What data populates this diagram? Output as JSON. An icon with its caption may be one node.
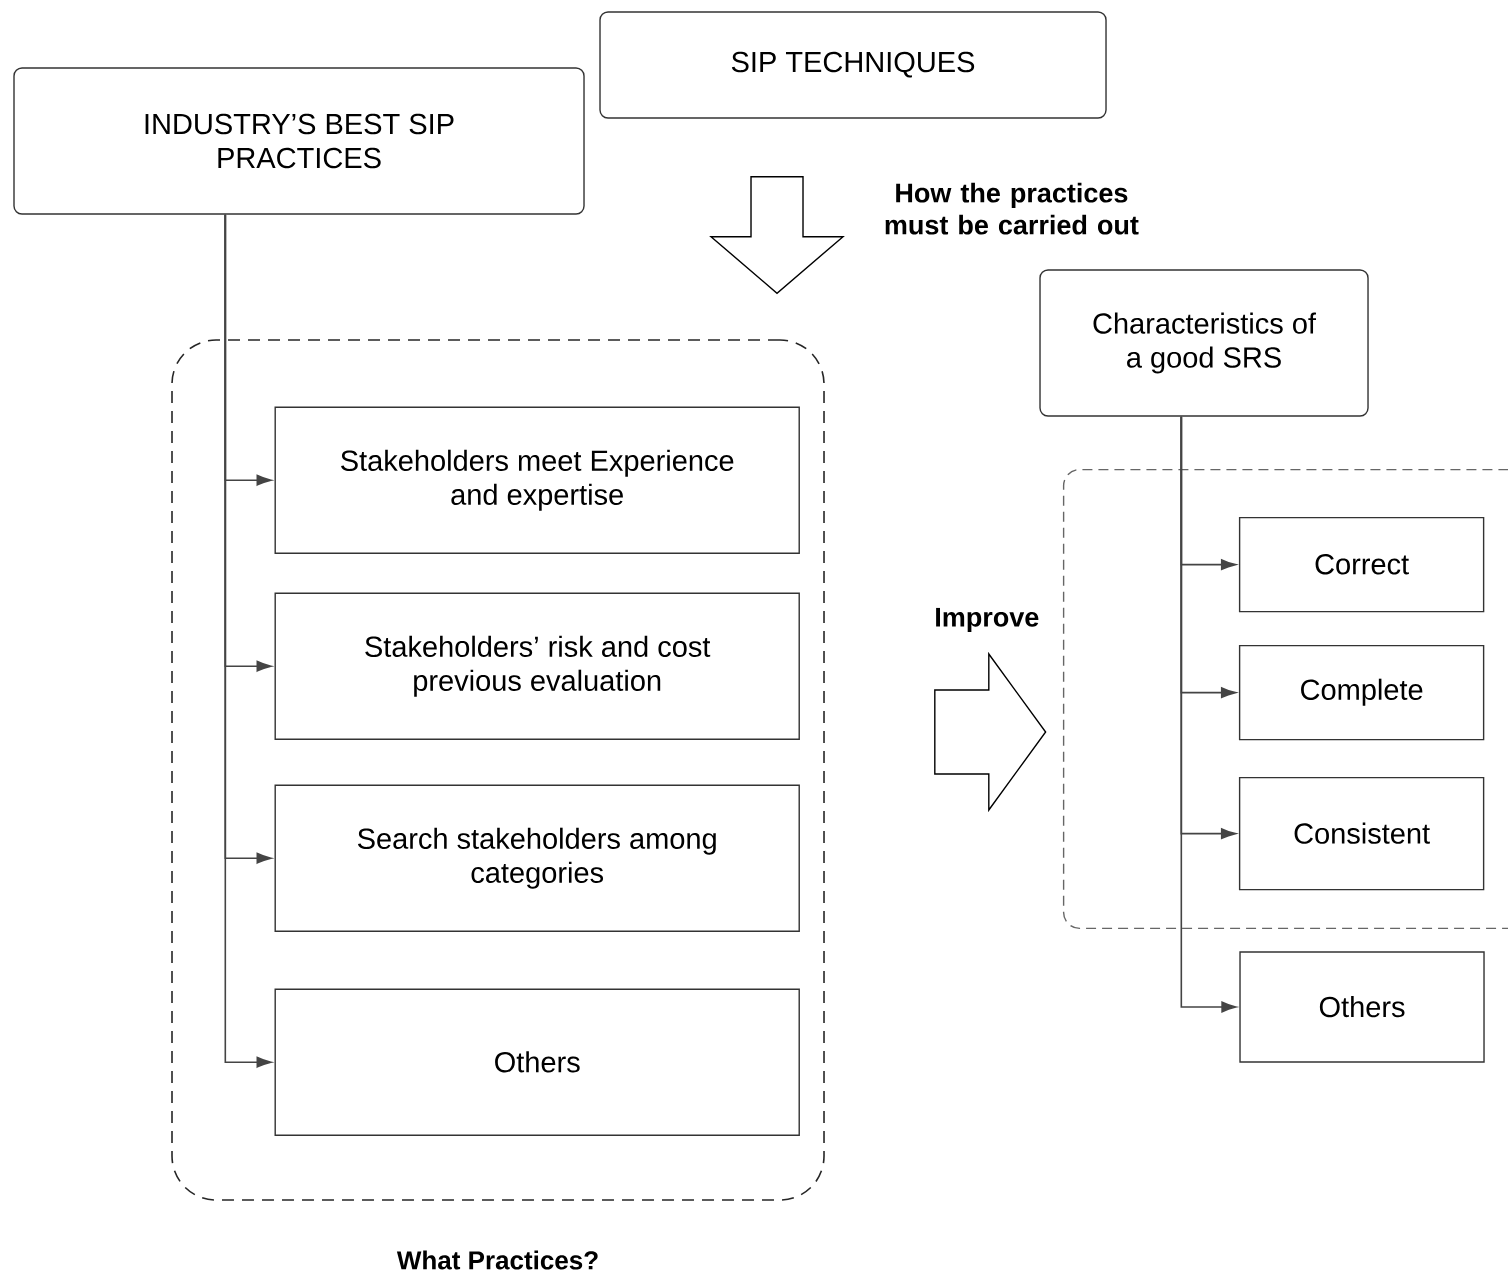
{
  "diagram": {
    "nodes": [
      {
        "text": [
          "INDUSTRY’S BEST SIP PRACTICES"
        ]
      },
      {
        "text": [
          "SIP TECHNIQUES"
        ]
      },
      {
        "text": [
          "What Practices?"
        ]
      },
      {
        "text": [
          "Stakeholders meet Experience and expertise"
        ],
        "in": 2
      },
      {
        "text": [
          "Stakeholders’ risk and cost previous evaluation"
        ],
        "in": 2
      },
      {
        "text": [
          "Search stakeholders among categories"
        ],
        "in": 2
      },
      {
        "text": [
          "Others"
        ],
        "in": 2
      },
      {
        "text": [
          "Characteristics of a good SRS"
        ]
      },
      {
        "text": [],
        "shape": "box"
      },
      {
        "text": [
          "Correct"
        ],
        "in": 8
      },
      {
        "text": [
          "Complete"
        ],
        "in": 8
      },
      {
        "text": [
          "Consistent"
        ],
        "in": 8
      },
      {
        "text": [
          "Others"
        ]
      }
    ],
    "edges": [
      {
        "from": 0,
        "to": 3,
        "arrow": "to"
      },
      {
        "from": 0,
        "to": 4,
        "arrow": "to"
      },
      {
        "from": 0,
        "to": 5,
        "arrow": "to"
      },
      {
        "from": 0,
        "to": 6,
        "arrow": "to"
      },
      {
        "from": 7,
        "to": 9,
        "arrow": "to"
      },
      {
        "from": 7,
        "to": 10,
        "arrow": "to"
      },
      {
        "from": 7,
        "to": 11,
        "arrow": "to"
      },
      {
        "from": 7,
        "to": 12,
        "arrow": "to"
      },
      {
        "from": 1,
        "to": 2,
        "arrow": "to",
        "label": "How the practices must be carried out",
        "style": "thick"
      },
      {
        "from": 2,
        "to": 8,
        "arrow": "to",
        "label": "Improve",
        "style": "thick"
      }
    ]
  }
}
